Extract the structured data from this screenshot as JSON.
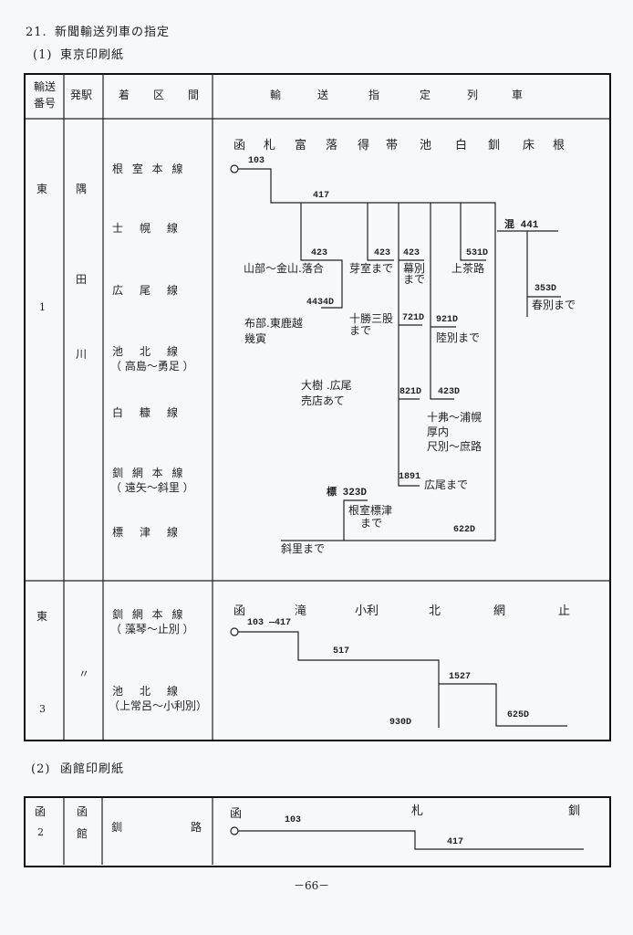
{
  "heading": {
    "number": "21.",
    "title": "新聞輸送列車の指定"
  },
  "section1": {
    "label": "(1)",
    "title": "東京印刷紙",
    "headers": {
      "no": [
        "輸送",
        "番号"
      ],
      "station": "発駅",
      "range": [
        "着",
        "区",
        "間"
      ],
      "trains": [
        "輸",
        "送",
        "指",
        "定",
        "列",
        "車"
      ]
    },
    "row1": {
      "no": [
        "東",
        "1"
      ],
      "station": [
        "隅",
        "田",
        "川"
      ],
      "lines": [
        {
          "name": "根 室 本 線"
        },
        {
          "name": "士　幌　線"
        },
        {
          "name": "広　尾　線"
        },
        {
          "name": "池　北　線",
          "sub": "（ 高島～勇足 ）"
        },
        {
          "name": "白　糠　線"
        },
        {
          "name": "釧 網 本 線",
          "sub": "（ 遠矢～斜里 ）"
        },
        {
          "name": "標　津　線"
        }
      ],
      "stations": [
        "函",
        "札",
        "富",
        "落",
        "得",
        "帯",
        "池",
        "白",
        "釧",
        "床",
        "根"
      ],
      "labels": {
        "t103": "103",
        "t417": "417",
        "t423a": "423",
        "t423b": "423",
        "t423c": "423",
        "t531D": "531D",
        "mix441": "混 441",
        "t353D": "353D",
        "t4434D": "4434D",
        "t721D": "721D",
        "t921D": "921D",
        "t821D": "821D",
        "t423D": "423D",
        "t1891": "1891",
        "t323D": "標 323D",
        "t622D": "622D",
        "yamabe": "山部～金山.落合",
        "memuro": "芽室まで",
        "makubetsu": [
          "幕別",
          "まで"
        ],
        "kamichairo": "上茶路",
        "harubetsu": "春別まで",
        "nunobe": [
          "布部.東鹿越",
          "幾寅"
        ],
        "tokachimitsumata": [
          "十勝三股",
          "まで"
        ],
        "rikubetsu": "陸別まで",
        "taiki": [
          "大樹 .広尾",
          "売店あて"
        ],
        "tobetsu": [
          "十弗～浦幌",
          "厚内",
          "尺別～庶路"
        ],
        "hiroo": "広尾まで",
        "nemuroshibetsu": [
          "根室標津",
          "まで"
        ],
        "shari": "斜里まで"
      }
    },
    "row2": {
      "no": [
        "東",
        "3"
      ],
      "station": "〃",
      "lines": [
        {
          "name": "釧 網 本 線",
          "sub": "（ 藻琴～止別 ）"
        },
        {
          "name": "池　北　線",
          "sub": "（上常呂～小利別）"
        }
      ],
      "stations": [
        "函",
        "滝",
        "小利",
        "北",
        "網",
        "止"
      ],
      "labels": {
        "t103_417": "103 ―417",
        "t517": "517",
        "t1527": "1527",
        "t625D": "625D",
        "t930D": "930D"
      }
    }
  },
  "section2": {
    "label": "(2)",
    "title": "函館印刷紙",
    "row": {
      "no": [
        "函",
        "2"
      ],
      "station": [
        "函",
        "館"
      ],
      "range": [
        "釧",
        "路"
      ],
      "stations": [
        "函",
        "札",
        "釧"
      ],
      "labels": {
        "t103": "103",
        "t417": "417"
      }
    }
  },
  "page_number": "－66－"
}
